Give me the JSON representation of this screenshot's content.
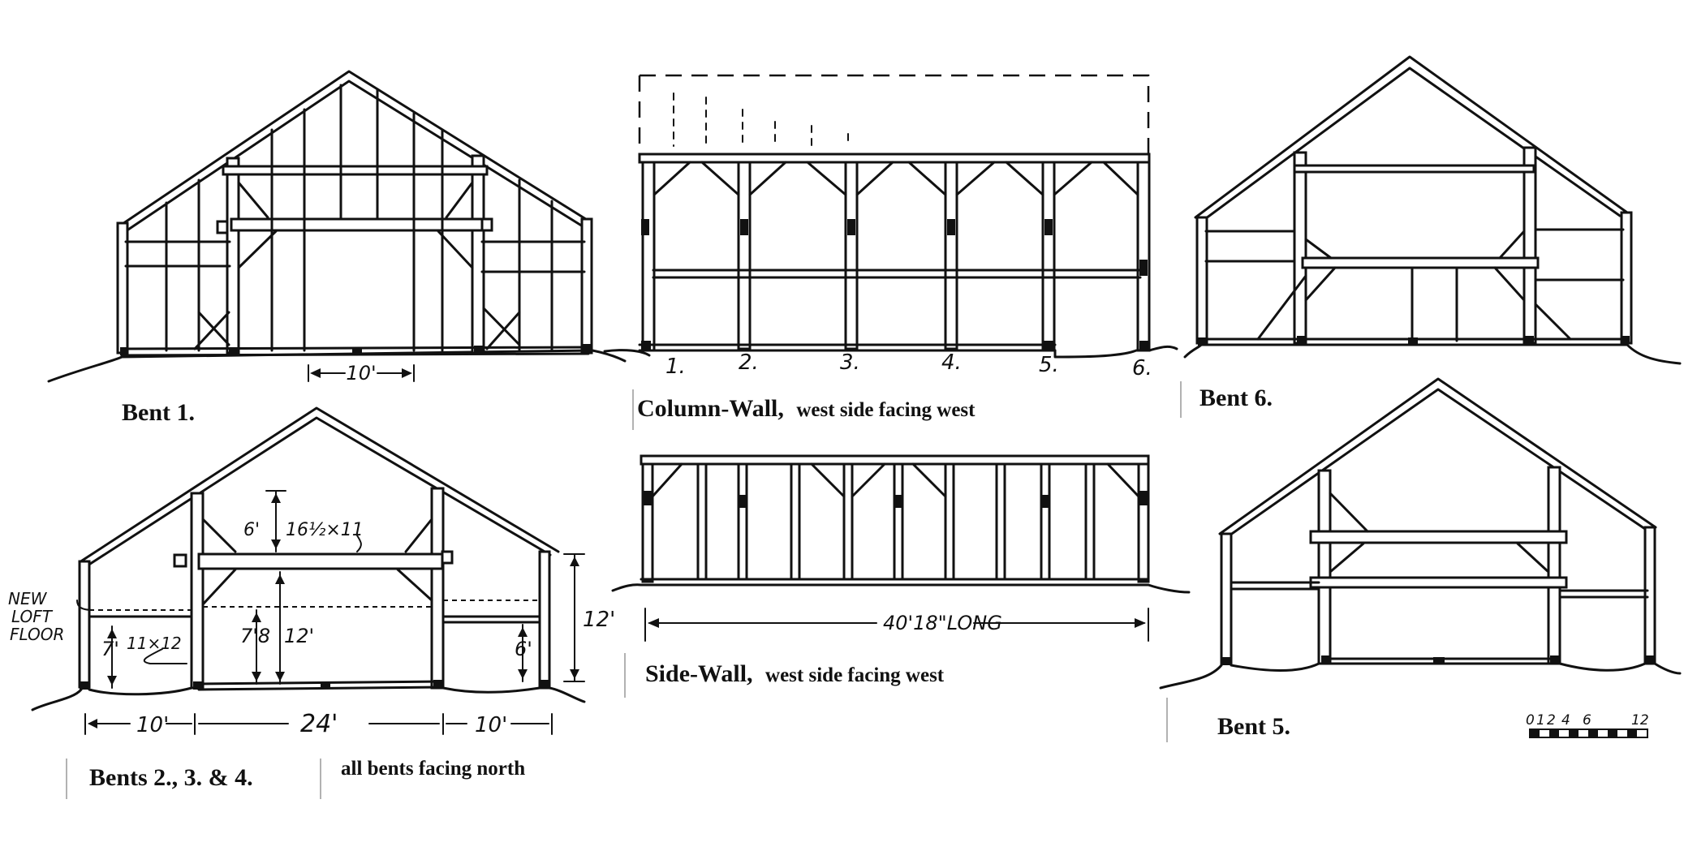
{
  "captions": {
    "bent1": "Bent 1.",
    "column_wall_title": "Column-Wall,",
    "column_wall_sub": "west side facing west",
    "bent6": "Bent 6.",
    "bents234": "Bents 2., 3. & 4.",
    "all_bents": "all bents facing north",
    "side_wall_title": "Side-Wall,",
    "side_wall_sub": "west side facing west",
    "bent5": "Bent 5."
  },
  "bent1": {
    "dim_width": "10'"
  },
  "column_wall": {
    "column_numbers": [
      "1.",
      "2.",
      "3.",
      "4.",
      "5.",
      "6."
    ]
  },
  "side_wall": {
    "length": "40'18\"LONG"
  },
  "bents234": {
    "new_loft_floor": [
      "NEW",
      "LOFT",
      "FLOOR"
    ],
    "dim_6": "6'",
    "beam_size": "16½×11",
    "dim_7_8": "7'8",
    "dim_12_inner": "12'",
    "dim_7": "7'",
    "post_size": "11×12",
    "dim_6_right": "6'",
    "dim_12_right": "12'",
    "dim_10_left": "10'",
    "dim_24": "24'",
    "dim_10_right": "10'"
  },
  "scale_bar": {
    "ticks": [
      "0",
      "1",
      "2",
      "4",
      "6",
      "12"
    ]
  }
}
